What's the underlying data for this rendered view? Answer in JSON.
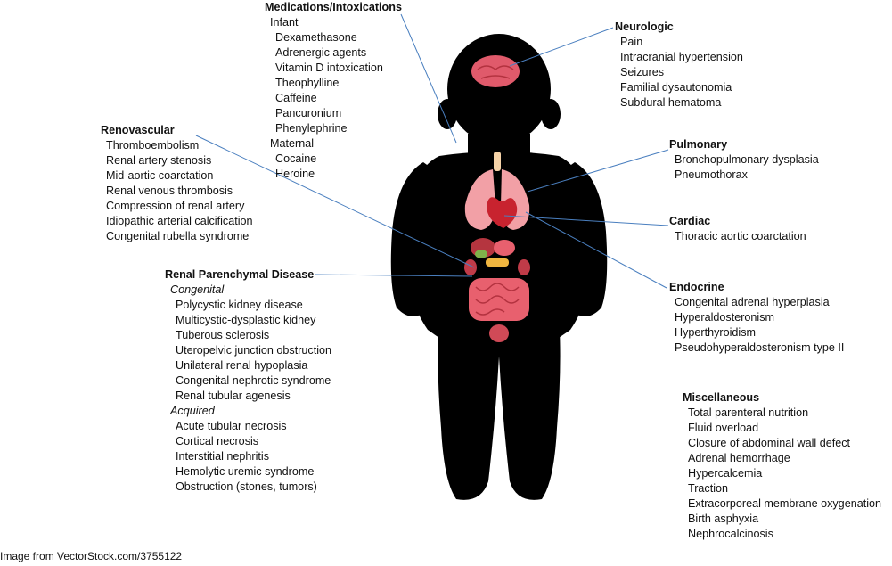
{
  "groups": {
    "meds": {
      "title": "Medications/Intoxications",
      "sub1": "Infant",
      "sub1_items": [
        "Dexamethasone",
        "Adrenergic agents",
        "Vitamin D intoxication",
        "Theophylline",
        "Caffeine",
        "Pancuronium",
        "Phenylephrine"
      ],
      "sub2": "Maternal",
      "sub2_items": [
        "Cocaine",
        "Heroine"
      ]
    },
    "neuro": {
      "title": "Neurologic",
      "items": [
        "Pain",
        "Intracranial hypertension",
        "Seizures",
        "Familial dysautonomia",
        "Subdural hematoma"
      ]
    },
    "renovascular": {
      "title": "Renovascular",
      "items": [
        "Thromboembolism",
        "Renal artery stenosis",
        "Mid-aortic coarctation",
        "Renal venous thrombosis",
        "Compression of renal artery",
        "Idiopathic arterial calcification",
        "Congenital rubella syndrome"
      ]
    },
    "pulmonary": {
      "title": "Pulmonary",
      "items": [
        "Bronchopulmonary dysplasia",
        "Pneumothorax"
      ]
    },
    "cardiac": {
      "title": "Cardiac",
      "items": [
        "Thoracic aortic coarctation"
      ]
    },
    "renal": {
      "title": "Renal Parenchymal Disease",
      "sub1": "Congenital",
      "sub1_items": [
        "Polycystic kidney disease",
        "Multicystic-dysplastic kidney",
        "Tuberous sclerosis",
        "Uteropelvic junction obstruction",
        "Unilateral renal hypoplasia",
        "Congenital nephrotic syndrome",
        "Renal tubular agenesis"
      ],
      "sub2": "Acquired",
      "sub2_items": [
        "Acute tubular necrosis",
        "Cortical necrosis",
        "Interstitial nephritis",
        "Hemolytic uremic syndrome",
        "Obstruction (stones, tumors)"
      ]
    },
    "endocrine": {
      "title": "Endocrine",
      "items": [
        "Congenital adrenal hyperplasia",
        "Hyperaldosteronism",
        "Hyperthyroidism",
        "Pseudohyperaldosteronism type II"
      ]
    },
    "misc": {
      "title": "Miscellaneous",
      "items": [
        "Total parenteral nutrition",
        "Fluid overload",
        "Closure of abdominal wall defect",
        "Adrenal hemorrhage",
        "Hypercalcemia",
        "Traction",
        "Extracorporeal membrane oxygenation",
        "Birth asphyxia",
        "Nephrocalcinosis"
      ]
    }
  },
  "credit": "Image from VectorStock.com/3755122",
  "colors": {
    "silhouette": "#000000",
    "line": "#4a7fbf",
    "brain": "#e05a6b",
    "organ": "#e8606e",
    "lung": "#f2a0a6"
  }
}
